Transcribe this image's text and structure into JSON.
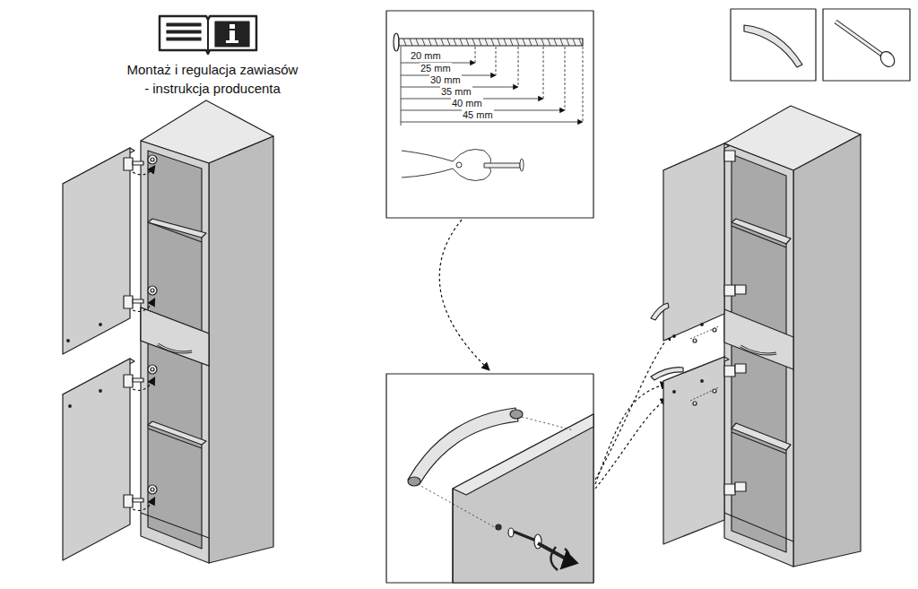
{
  "diagram": {
    "labels": [
      "Montaż i regulacja zawiasów - instrukcja producenta",
      "20 mm",
      "25 mm",
      "30 mm",
      "35 mm",
      "40 mm",
      "45 mm"
    ]
  }
}
